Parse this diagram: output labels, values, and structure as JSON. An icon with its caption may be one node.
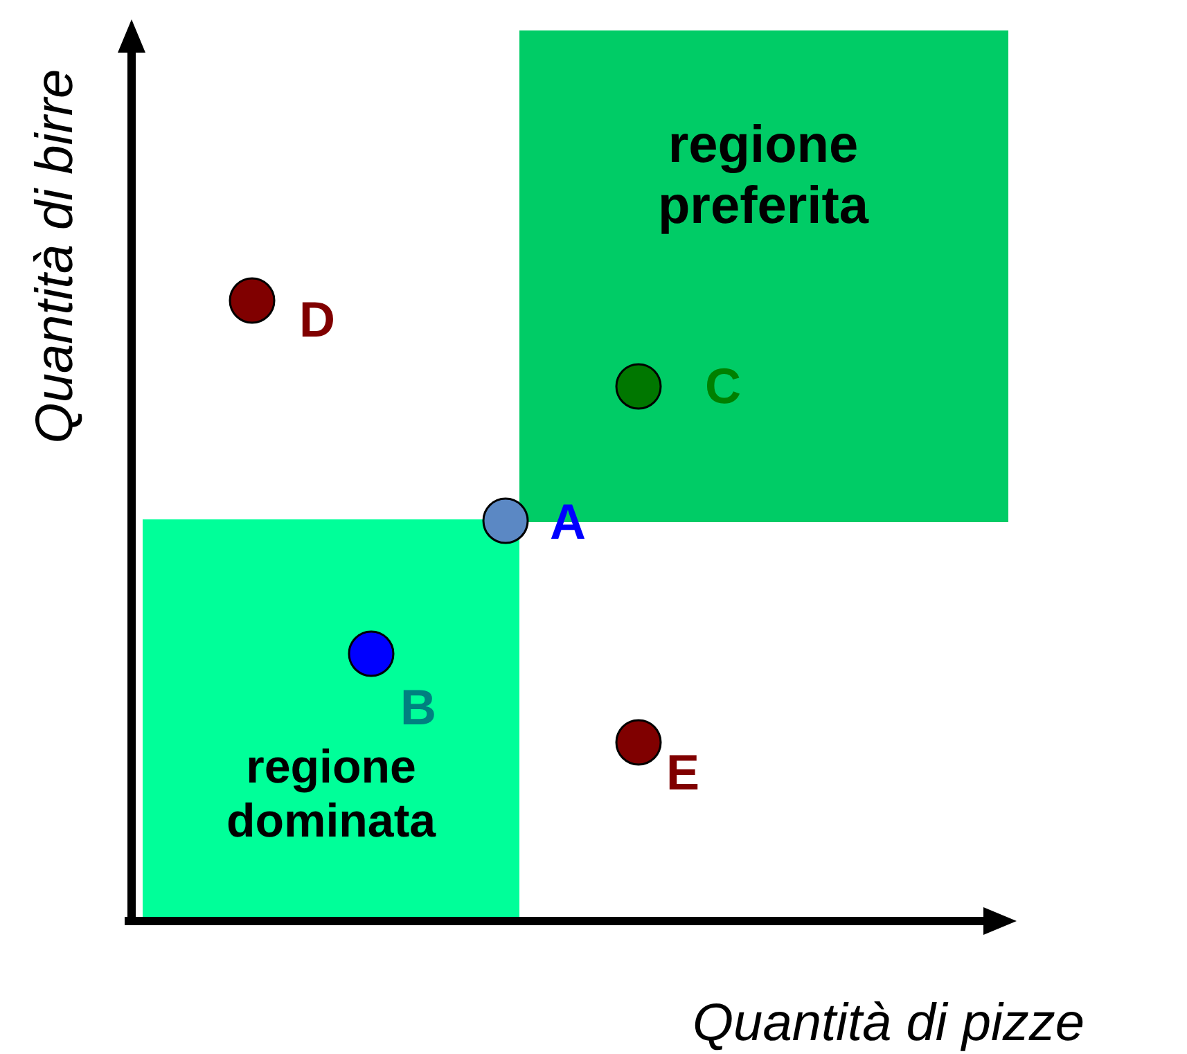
{
  "diagram": {
    "nodes": [
      {
        "text": [
          "regione preferita"
        ]
      },
      {
        "text": [
          "regione dominata"
        ]
      }
    ],
    "labels": [
      "Quantità di birre",
      "D",
      "C",
      "A",
      "B",
      "E",
      "Quantità di pizze"
    ]
  }
}
